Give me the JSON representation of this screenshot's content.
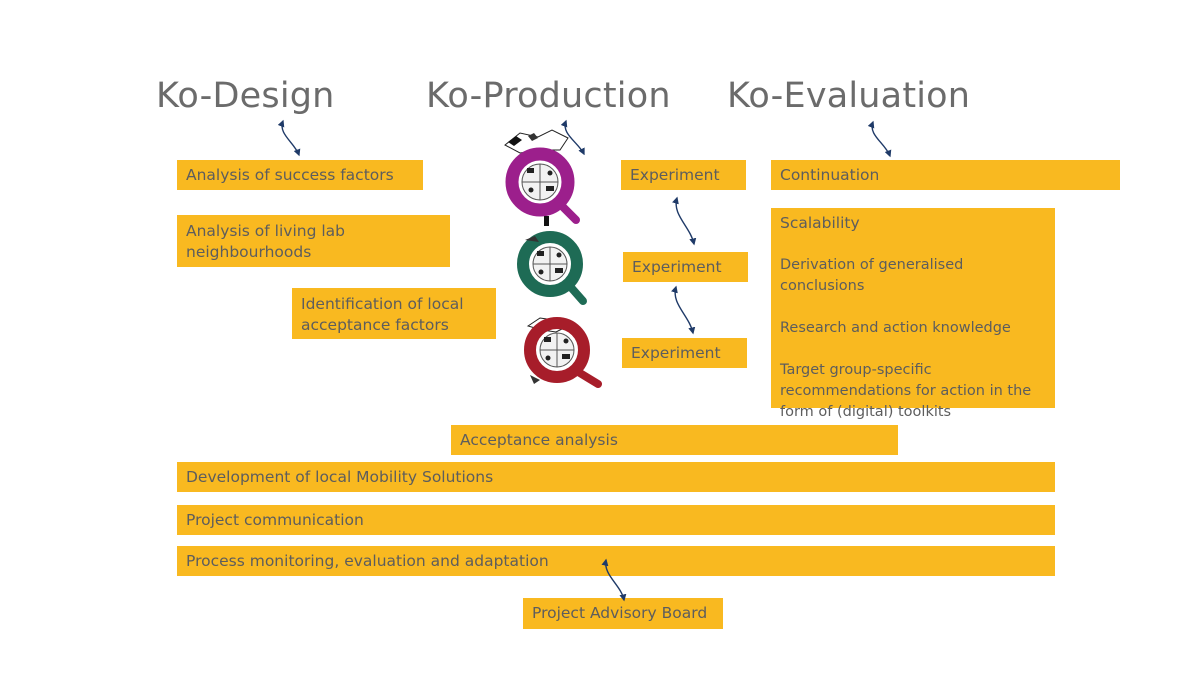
{
  "phases": {
    "design": "Ko-Design",
    "production": "Ko-Production",
    "evaluation": "Ko-Evaluation"
  },
  "design": {
    "success_factors": "Analysis of success factors",
    "living_lab": [
      "Analysis of living lab",
      "neighbourhoods"
    ],
    "acceptance_factors": [
      "Identification of local",
      "acceptance factors"
    ]
  },
  "production": {
    "experiments": [
      "Experiment",
      "Experiment",
      "Experiment"
    ],
    "logo_colors": [
      "#9c1f8c",
      "#1e6b55",
      "#a71d2a"
    ]
  },
  "evaluation": {
    "continuation": "Continuation",
    "scalability": {
      "title": "Scalability",
      "items": [
        "Derivation of generalised conclusions",
        "Research and action knowledge",
        "Target group-specific recommendations for action in the form of (digital) toolkits"
      ]
    }
  },
  "bars": {
    "acceptance_analysis": "Acceptance analysis",
    "mobility_solutions": "Development of local Mobility Solutions",
    "communication": "Project communication",
    "monitoring": "Process monitoring, evaluation and adaptation"
  },
  "advisory_board": "Project Advisory Board",
  "colors": {
    "box_fill": "#f9b920",
    "box_text": "#5d5d5d",
    "heading": "#6b6b6b",
    "arrow": "#1f3a68"
  }
}
